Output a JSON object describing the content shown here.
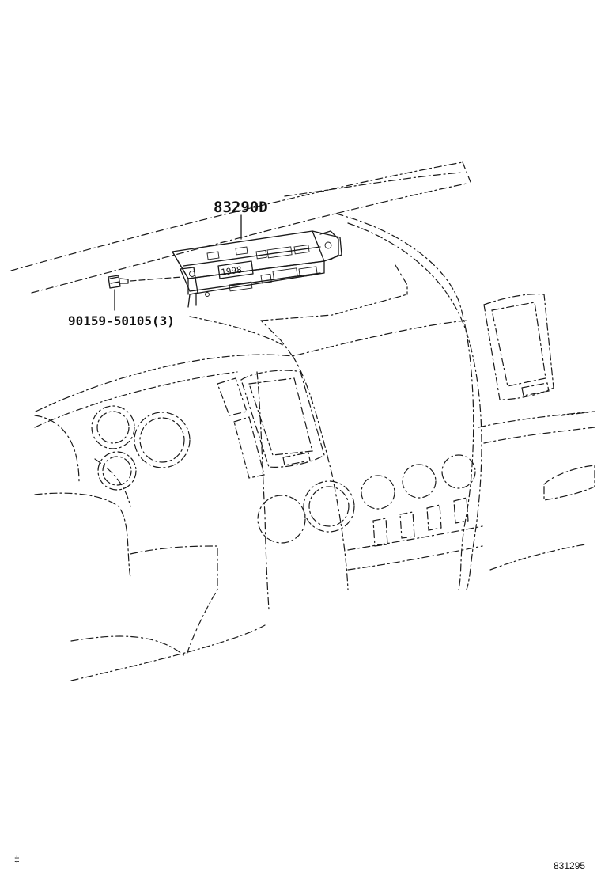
{
  "parts": {
    "module": {
      "part_number": "83290D"
    },
    "screw": {
      "part_number": "90159-50105(3)"
    }
  },
  "unit_display": {
    "digits": "1998"
  },
  "footer": {
    "left_mark": "‡",
    "diagram_id": "831295"
  },
  "colors": {
    "line": "#1a1a1a",
    "background": "#ffffff"
  }
}
